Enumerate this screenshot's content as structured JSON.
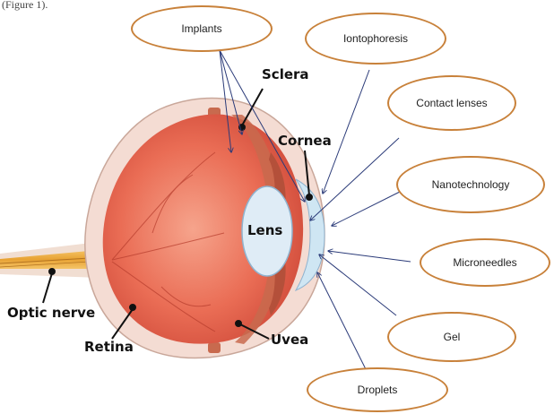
{
  "caption_top": "(Figure 1).",
  "delivery_methods": {
    "implants": "Implants",
    "iontophoresis": "Iontophoresis",
    "contact_lenses": "Contact lenses",
    "nanotechnology": "Nanotechnology",
    "microneedles": "Microneedles",
    "gel": "Gel",
    "droplets": "Droplets"
  },
  "anatomy": {
    "sclera": "Sclera",
    "cornea": "Cornea",
    "lens": "Lens",
    "optic_nerve": "Optic nerve",
    "retina": "Retina",
    "uvea": "Uvea"
  },
  "colors": {
    "oval_border": "#c8813a",
    "arrow": "#2a3a78",
    "eye_red": "#e8664e",
    "sclera": "#f3d9cf",
    "lens": "#dbe9f4",
    "optic_nerve": "#f0b84a"
  }
}
